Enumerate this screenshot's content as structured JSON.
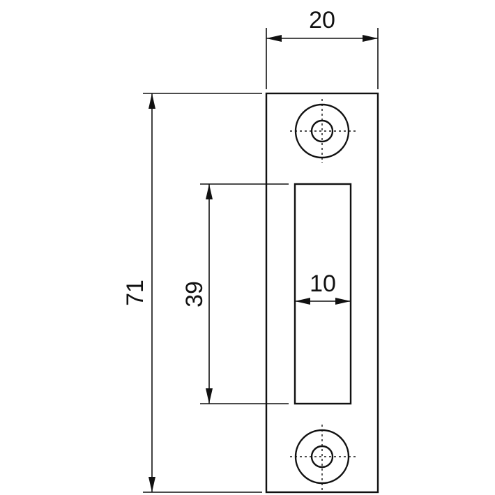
{
  "dimensions": {
    "width_top": "20",
    "height_total": "71",
    "slot_height": "39",
    "slot_width": "10"
  },
  "colors": {
    "line": "#111111",
    "background": "#ffffff"
  }
}
